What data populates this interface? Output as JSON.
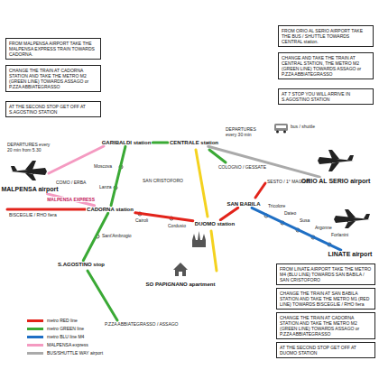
{
  "diagram": {
    "nodes": [
      {
        "text": [
          "FROM MALPENSA AIRPORT TAKE THE MALPENSA EXPRESS TRAIN TOWARDS CADORNA."
        ]
      },
      {
        "text": [
          "CHANGE THE TRAIN AT CADORNA STATION AND TAKE THE METRO M2 (GREEN LINE) TOWARDS ASSAGO or P.ZZA ABBIATEGRASSO"
        ]
      },
      {
        "text": [
          "AT THE SECOND STOP GET OFF AT S.AGOSTINO STATION"
        ]
      },
      {
        "text": [
          "FROM ORIO AL SERIO AIRPORT TAKE THE BUS / SHUTTLE TOWARDS CENTRAL station."
        ]
      },
      {
        "text": [
          "CHANGE AND TAKE THE TRAIN AT CENTRAL STATION, THE METRO M2 (GREEN LINE) TOWARDS ASSAGO or P.ZZA ABBIATEGRASSO"
        ]
      },
      {
        "text": [
          "AT 7 STOP YOU WILL ARRIVE IN S.AGOSTINO STATION"
        ]
      },
      {
        "text": [
          "MALPENSA airport"
        ]
      },
      {
        "text": [
          "GARIBALDI station"
        ]
      },
      {
        "text": [
          "CENTRALE station"
        ]
      },
      {
        "text": [
          "ORIO AL SERIO airport"
        ]
      },
      {
        "text": [
          "CADORNA station"
        ]
      },
      {
        "text": [
          "DUOMO station"
        ]
      },
      {
        "text": [
          "SAN BABILA"
        ]
      },
      {
        "text": [
          "LINATE airport"
        ]
      },
      {
        "text": [
          "S.AGOSTINO stop"
        ]
      },
      {
        "text": [
          "SO PAPIGNANO apartment"
        ]
      },
      {
        "text": [
          "FROM LINATE AIRPORT TAKE THE METRO M4 (BLU LINE) TOWARDS SAN BABILA / SAN CRISTOFORO"
        ]
      },
      {
        "text": [
          "CHANGE THE TRAIN AT SAN BABILA STATION AND TAKE THE METRO M1 (RED LINE) TOWARDS BISCEGLIE / RHO fiera"
        ]
      },
      {
        "text": [
          "CHANGE THE TRAIN AT CADORNA STATION AND TAKE THE METRO M2 (GREEN LINE) TOWARDS ASSAGO or P.ZZA ABBIATEGRASSO"
        ]
      },
      {
        "text": [
          "AT THE SECOND STOP GET OFF AT DUOMO STATION"
        ]
      }
    ],
    "edges": [
      {
        "from": 6,
        "to": 10,
        "arrow": "none",
        "label": "MALPENSA EXPRESS"
      },
      {
        "from": 9,
        "to": 8,
        "arrow": "none"
      },
      {
        "from": 8,
        "to": 7,
        "arrow": "none"
      },
      {
        "from": 7,
        "to": 10,
        "arrow": "none"
      },
      {
        "from": 10,
        "to": 14,
        "arrow": "none"
      },
      {
        "from": 10,
        "to": 11,
        "arrow": "none"
      },
      {
        "from": 11,
        "to": 12,
        "arrow": "none"
      },
      {
        "from": 13,
        "to": 12,
        "arrow": "none"
      }
    ],
    "labels": [
      "bus / shuttle",
      "DEPARTURES every 30 min",
      "DEPARTURES every 20 min from 5.30",
      "COMO / ERBA",
      "BISCEGLIE / RHO fiera",
      "SAN CRISTOFORO",
      "COLOGNO / GESSATE",
      "SESTO / 1° MAGGIO",
      "Moscova",
      "Lanza",
      "Sant'Ambrogio",
      "Cairoli",
      "Cordusio",
      "Tricolore",
      "Dateo",
      "Susa",
      "Argonne",
      "Forlanini",
      "P.ZZA ABBIATEGRASSO / ASSAGO"
    ],
    "legend": [
      {
        "text": "metro RED line",
        "color": "#e2231a"
      },
      {
        "text": "metro GREEN line",
        "color": "#3aa935"
      },
      {
        "text": "metro BLU line M4",
        "color": "#1f6fc4"
      },
      {
        "text": "MALPENSA express",
        "color": "#f49ac1"
      },
      {
        "text": "BUS/SHUTTLE WAY airport",
        "color": "#aaaaaa"
      }
    ]
  }
}
